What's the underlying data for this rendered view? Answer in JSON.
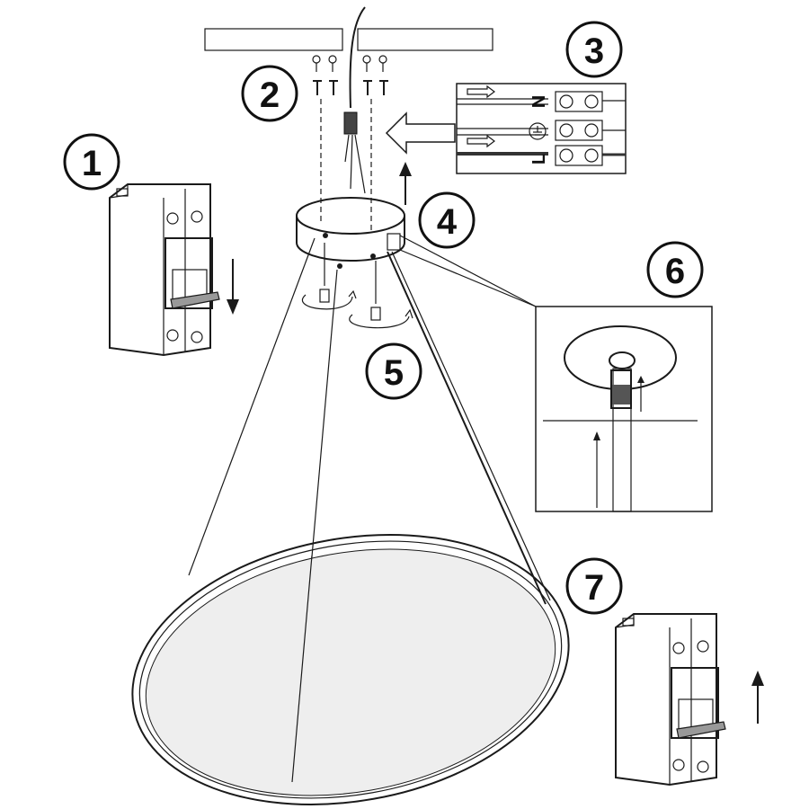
{
  "diagram": {
    "title": "Pendant lamp installation steps",
    "colors": {
      "ink": "#1a1a1a",
      "panel": "#eeeeee",
      "wire_dark": "#333333"
    }
  },
  "steps": [
    {
      "number": "1",
      "meaning": "switch-off-breaker"
    },
    {
      "number": "2",
      "meaning": "mount-bracket"
    },
    {
      "number": "3",
      "meaning": "connect-wires"
    },
    {
      "number": "4",
      "meaning": "attach-canopy"
    },
    {
      "number": "5",
      "meaning": "fix-screws"
    },
    {
      "number": "6",
      "meaning": "adjust-cable"
    },
    {
      "number": "7",
      "meaning": "switch-on-breaker"
    }
  ],
  "terminal": {
    "labels": [
      "N",
      "L"
    ]
  }
}
